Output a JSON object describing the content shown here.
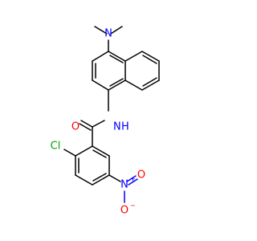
{
  "molecule": {
    "atoms": {
      "amine_n": "N",
      "amide_n": "N",
      "amide_h": "H",
      "carbonyl_o": "O",
      "chlorine": "Cl",
      "nitro_n": "N",
      "nitro_n_charge": "+",
      "nitro_o_top": "O",
      "nitro_o_bottom": "O",
      "nitro_o_charge": "−"
    },
    "colors": {
      "carbon_bond": "#000000",
      "nitrogen": "#0000ff",
      "oxygen": "#ff0000",
      "chlorine": "#00a000"
    }
  }
}
